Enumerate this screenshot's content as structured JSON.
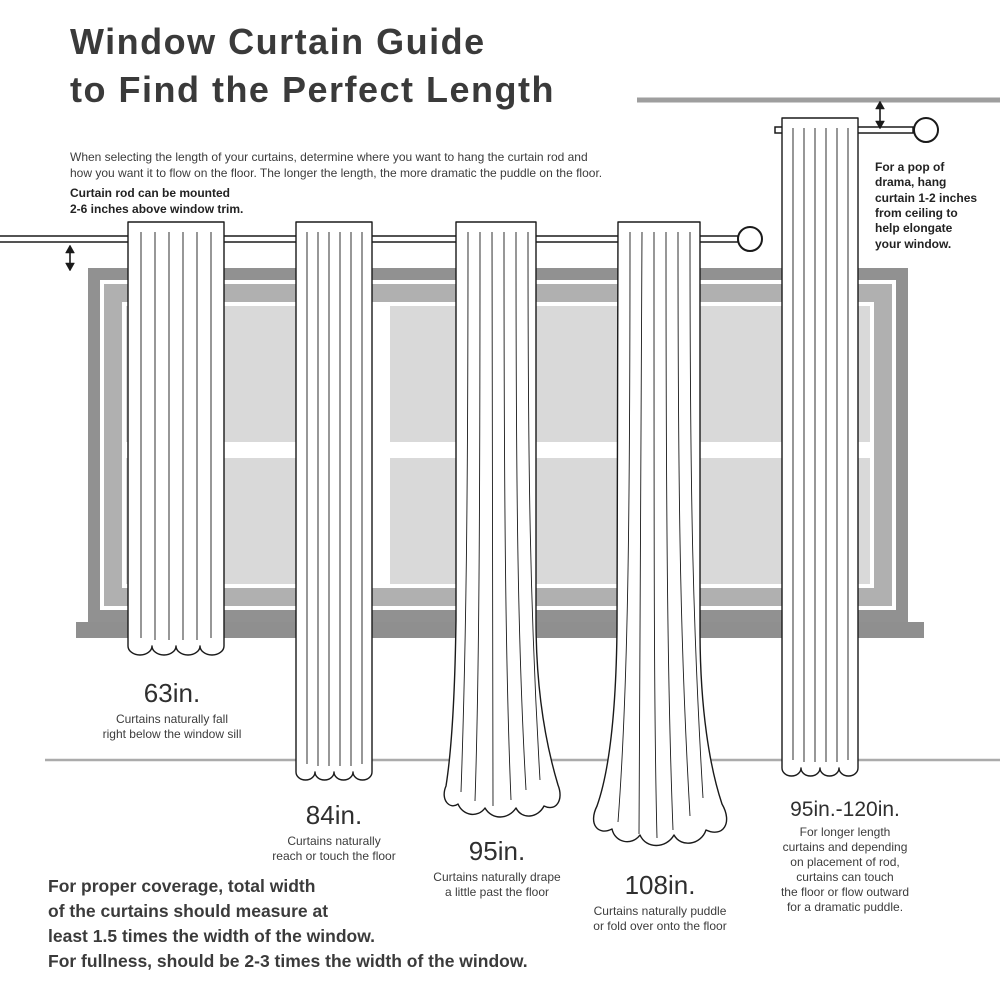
{
  "title": {
    "line1": "Window Curtain Guide",
    "line2": "to Find the Perfect Length"
  },
  "intro": "When selecting the length of your curtains, determine where you want to hang the curtain rod and\nhow you want it to flow on the floor. The longer the length, the more dramatic the puddle on the floor.",
  "rod_note": "Curtain rod can be mounted\n2-6 inches above window trim.",
  "ceiling_note": "For a pop of\ndrama, hang\ncurtain 1-2 inches\nfrom ceiling to\nhelp elongate\nyour window.",
  "curtains": [
    {
      "length": "63in.",
      "description": "Curtains naturally fall\nright below the window sill"
    },
    {
      "length": "84in.",
      "description": "Curtains naturally\nreach or touch the floor"
    },
    {
      "length": "95in.",
      "description": "Curtains naturally drape\na little past the floor"
    },
    {
      "length": "108in.",
      "description": "Curtains naturally puddle\nor fold over onto the floor"
    },
    {
      "length": "95in.-120in.",
      "description": "For longer length\ncurtains and depending\non placement of rod,\ncurtains can touch\nthe floor or flow outward\nfor a dramatic puddle."
    }
  ],
  "footer": "For proper coverage, total width\nof the curtains should measure at\nleast 1.5 times the width of the window.\nFor fullness, should be 2-3 times the width of the window.",
  "colors": {
    "window_frame_outer": "#919191",
    "window_frame_inner": "#b0b0b0",
    "window_pane": "#d9d9d9",
    "window_sill": "#8f8f8f",
    "ceiling_line": "#9e9e9e",
    "floor_line": "#ababab",
    "outline": "#1a1a1a",
    "text": "#3a3a3a"
  }
}
